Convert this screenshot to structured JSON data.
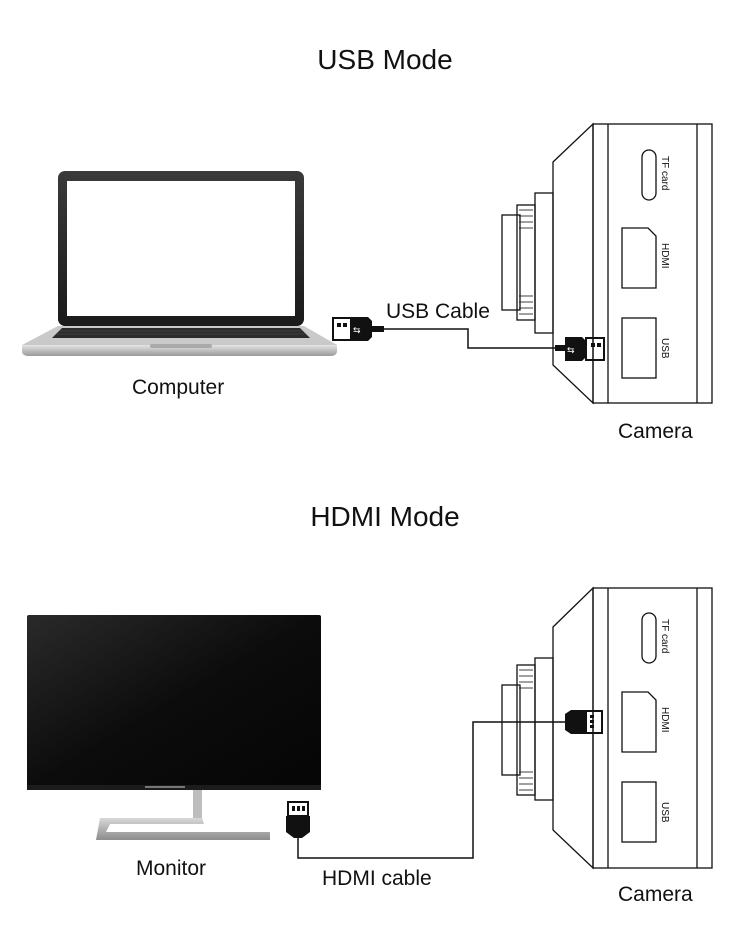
{
  "usb_section": {
    "title": "USB Mode",
    "computer_label": "Computer",
    "cable_label": "USB Cable",
    "camera_label": "Camera"
  },
  "hdmi_section": {
    "title": "HDMI Mode",
    "monitor_label": "Monitor",
    "cable_label": "HDMI cable",
    "camera_label": "Camera"
  },
  "camera_ports": [
    "TF card",
    "HDMI",
    "USB"
  ]
}
